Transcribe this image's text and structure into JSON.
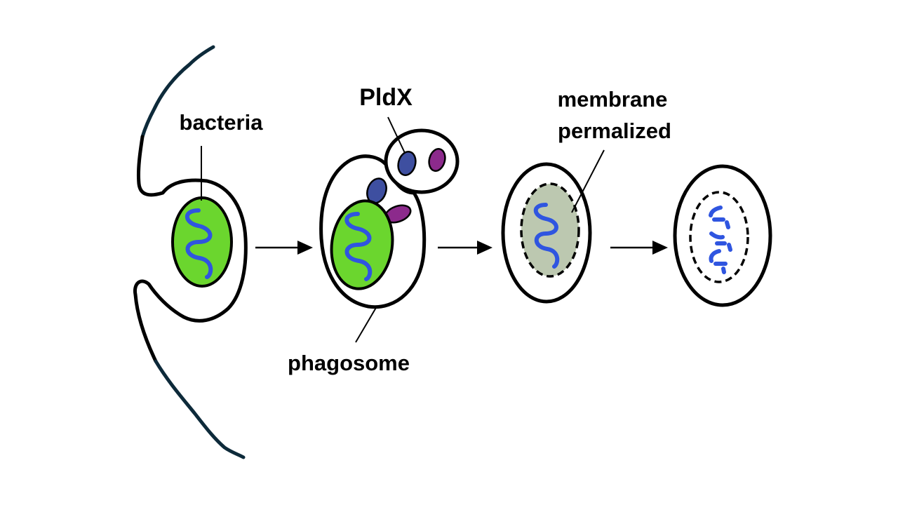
{
  "title": "PldX-mediated phagosome membrane permeabilization",
  "labels": {
    "bacteria": "bacteria",
    "pldx": "PldX",
    "phagosome": "phagosome",
    "membrane_line1": "membrane",
    "membrane_line2": "permalized"
  },
  "stages": [
    {
      "id": "uptake",
      "description": "bacteria engulfed by host cell membrane"
    },
    {
      "id": "phagosome_fusion",
      "description": "vesicle with PldX fuses with phagosome"
    },
    {
      "id": "permeabilized",
      "description": "bacterial membrane permeabilized"
    },
    {
      "id": "degraded",
      "description": "bacterial DNA fragmented"
    }
  ],
  "colors": {
    "bacteria_fill": "#6bd62e",
    "permeabilized_fill": "#bcc8b0",
    "dna": "#2f55e0",
    "pldx_blue": "#3e4fa0",
    "pldx_purple": "#8c2a8c",
    "host_membrane": "#0d2a3a",
    "outline": "#000000"
  }
}
